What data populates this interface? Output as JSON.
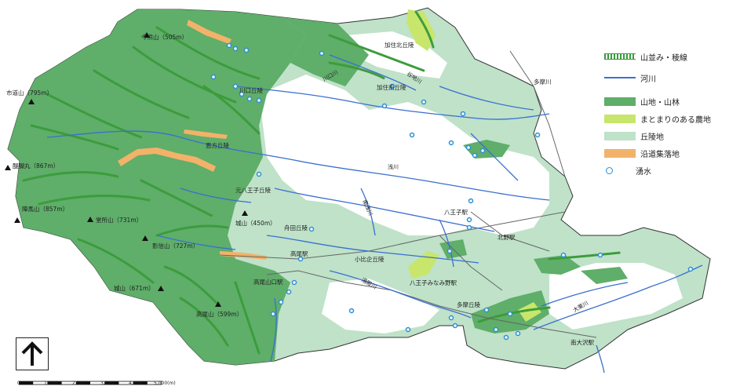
{
  "legend": {
    "ridge": "山並み・稜線",
    "river": "河川",
    "forest": "山地・山林",
    "farmland": "まとまりのある農地",
    "hill": "丘陵地",
    "settlement": "沿道集落地",
    "spring": "湧水"
  },
  "peaks": [
    {
      "name": "今熊山（505m）"
    },
    {
      "name": "市道山（795m）"
    },
    {
      "name": "醍醐丸（867m）"
    },
    {
      "name": "陣馬山（857m）"
    },
    {
      "name": "堂所山（731m）"
    },
    {
      "name": "影信山（727m）"
    },
    {
      "name": "城山（671m）"
    },
    {
      "name": "高尾山（599m）"
    },
    {
      "name": "城山（450m）"
    }
  ],
  "hills": [
    "加住北丘陵",
    "加住南丘陵",
    "川口丘陵",
    "恩方丘陵",
    "元八王子丘陵",
    "舟田丘陵",
    "小比企丘陵",
    "多摩丘陵"
  ],
  "rivers": [
    "谷地川",
    "川口川",
    "浅川",
    "南浅川",
    "湯殿川",
    "大栗川"
  ],
  "places": [
    "多摩川",
    "八王子駅",
    "北野駅",
    "高尾駅",
    "高尾山口駅",
    "八王子みなみ野駅",
    "南大沢駅"
  ],
  "scale": {
    "labels": [
      "0",
      "1,000",
      "2,000",
      "3,000",
      "4,000",
      "5,000(m)"
    ]
  },
  "colors": {
    "forest": "#5fae6a",
    "hill": "#bfe2c9",
    "farmland": "#c8e66b",
    "settlement": "#f2b26a",
    "river": "#3a6fd0",
    "spring": "#2a8fd6",
    "ridge": "#3c9c3c"
  }
}
